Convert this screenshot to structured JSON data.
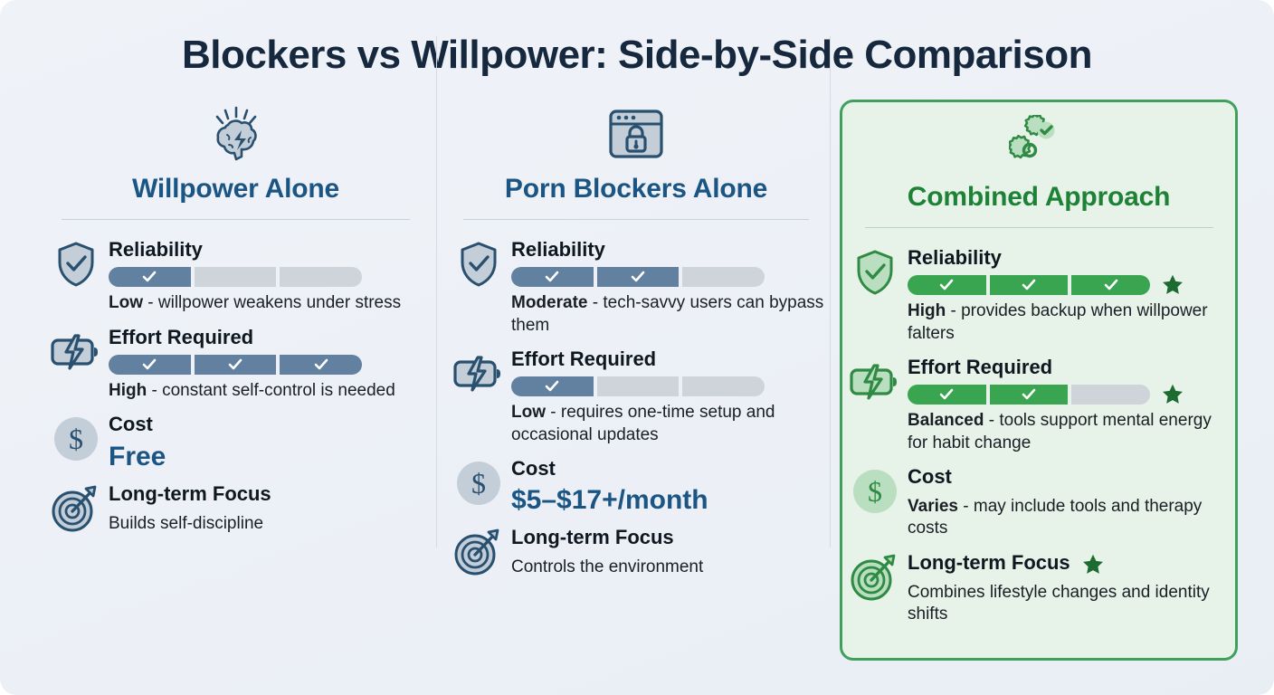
{
  "title": "Blockers vs Willpower: Side-by-Side Comparison",
  "theme": {
    "background": "#eef2f7",
    "title_color": "#16283d",
    "blue_accent": "#1b5583",
    "green_accent": "#1d8236",
    "meter_on_blue": "#62809f",
    "meter_on_green": "#3aa550",
    "meter_off": "#ced4da",
    "highlight_card_bg": "#e7f3e8",
    "highlight_card_border": "#40a05b",
    "star_color": "#1d6b30"
  },
  "chart_data": {
    "type": "table",
    "title": "Blockers vs Willpower: Side-by-Side Comparison",
    "categories": [
      "Willpower Alone",
      "Porn Blockers Alone",
      "Combined Approach"
    ],
    "metrics": [
      "Reliability",
      "Effort Required",
      "Cost",
      "Long-term Focus"
    ],
    "series": [
      {
        "name": "Reliability",
        "values": [
          1,
          2,
          3
        ],
        "scale_max": 3,
        "labels": [
          "Low",
          "Moderate",
          "High"
        ]
      },
      {
        "name": "Effort Required",
        "values": [
          3,
          1,
          2
        ],
        "scale_max": 3,
        "labels": [
          "High",
          "Low",
          "Balanced"
        ]
      }
    ],
    "starred": {
      "Willpower Alone": [],
      "Porn Blockers Alone": [],
      "Combined Approach": [
        "Reliability",
        "Effort Required",
        "Long-term Focus"
      ]
    }
  },
  "columns": [
    {
      "id": "willpower-alone",
      "icon": "brain-icon",
      "title": "Willpower Alone",
      "highlight": false,
      "rows": [
        {
          "icon": "shield-check-icon",
          "label": "Reliability",
          "meter": {
            "filled": 1,
            "total": 3
          },
          "star": false,
          "desc_bold": "Low",
          "desc_rest": " - willpower weakens under stress"
        },
        {
          "icon": "battery-bolt-icon",
          "label": "Effort Required",
          "meter": {
            "filled": 3,
            "total": 3
          },
          "star": false,
          "desc_bold": "High",
          "desc_rest": " - constant self-control is needed"
        },
        {
          "icon": "dollar-circle-icon",
          "label": "Cost",
          "value": "Free",
          "star": false
        },
        {
          "icon": "target-arrow-icon",
          "label": "Long-term Focus",
          "star": false,
          "desc_bold": "",
          "desc_rest": "Builds self-discipline"
        }
      ]
    },
    {
      "id": "porn-blockers-alone",
      "icon": "browser-lock-icon",
      "title": "Porn Blockers Alone",
      "highlight": false,
      "rows": [
        {
          "icon": "shield-check-icon",
          "label": "Reliability",
          "meter": {
            "filled": 2,
            "total": 3
          },
          "star": false,
          "desc_bold": "Moderate",
          "desc_rest": " - tech-savvy users can bypass them"
        },
        {
          "icon": "battery-bolt-icon",
          "label": "Effort Required",
          "meter": {
            "filled": 1,
            "total": 3
          },
          "star": false,
          "desc_bold": "Low",
          "desc_rest": " - requires one-time setup and occasional updates"
        },
        {
          "icon": "dollar-circle-icon",
          "label": "Cost",
          "value": "$5–$17+/month",
          "star": false
        },
        {
          "icon": "target-arrow-icon",
          "label": "Long-term Focus",
          "star": false,
          "desc_bold": "",
          "desc_rest": "Controls the environment"
        }
      ]
    },
    {
      "id": "combined-approach",
      "icon": "gears-check-icon",
      "title": "Combined Approach",
      "highlight": true,
      "rows": [
        {
          "icon": "shield-check-icon",
          "label": "Reliability",
          "meter": {
            "filled": 3,
            "total": 3
          },
          "star": true,
          "desc_bold": "High",
          "desc_rest": " - provides backup when willpower falters"
        },
        {
          "icon": "battery-bolt-icon",
          "label": "Effort Required",
          "meter": {
            "filled": 2,
            "total": 3
          },
          "star": true,
          "desc_bold": "Balanced",
          "desc_rest": " - tools support mental energy for habit change"
        },
        {
          "icon": "dollar-circle-icon",
          "label": "Cost",
          "star": false,
          "desc_bold": "Varies",
          "desc_rest": " - may include tools and therapy costs"
        },
        {
          "icon": "target-arrow-icon",
          "label": "Long-term Focus",
          "star": true,
          "desc_bold": "",
          "desc_rest": "Combines lifestyle changes and identity shifts"
        }
      ]
    }
  ]
}
